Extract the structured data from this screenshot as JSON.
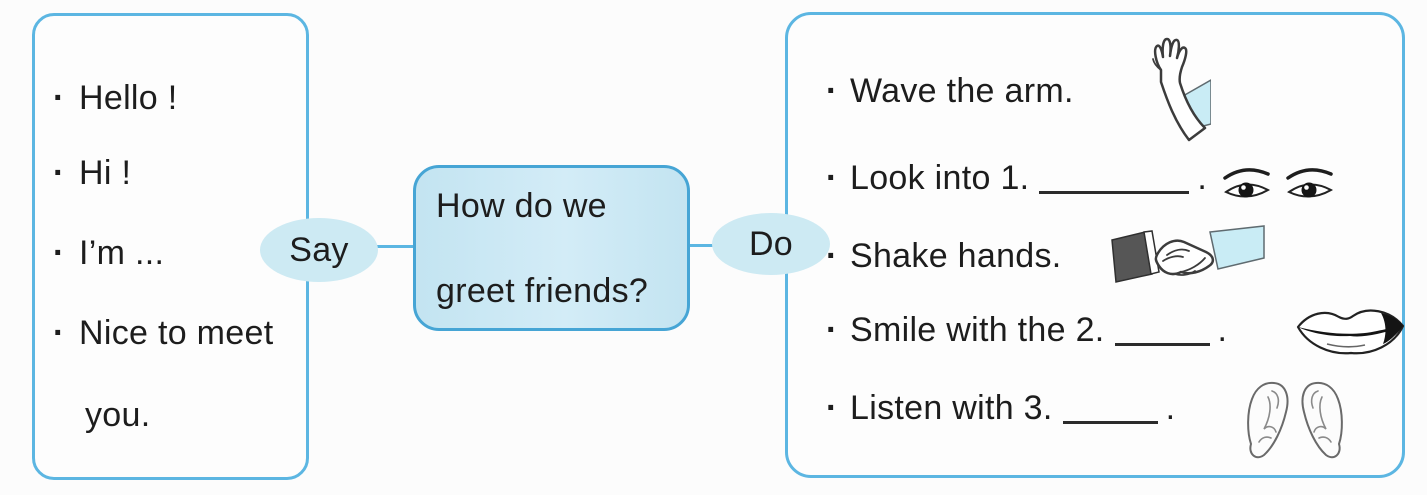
{
  "colors": {
    "box_border": "#5cb6e2",
    "q_fill": "#c3e4f1",
    "q_border": "#46a5d5",
    "oval_fill": "#cdeaf3",
    "text": "#1d1d1d",
    "sleeve_blue": "#c9ecf5"
  },
  "question_box": {
    "line1": "How do we",
    "line2": "greet friends?"
  },
  "connectors": {
    "say_label": "Say",
    "do_label": "Do"
  },
  "say_box": {
    "bullet": "·",
    "items": [
      "Hello !",
      "Hi !",
      "I’m ...",
      "Nice to meet",
      "you."
    ]
  },
  "do_box": {
    "bullet": "·",
    "items": [
      {
        "text": "Wave the arm.",
        "icon": "wave-arm-icon"
      },
      {
        "text": "Look into 1.",
        "period": ".",
        "icon": "eyes-icon"
      },
      {
        "text": "Shake hands.",
        "icon": "handshake-icon"
      },
      {
        "text": "Smile with the 2.",
        "period": ".",
        "icon": "lips-icon"
      },
      {
        "text": "Listen with 3.",
        "period": ".",
        "icon": "ears-icon"
      }
    ]
  }
}
